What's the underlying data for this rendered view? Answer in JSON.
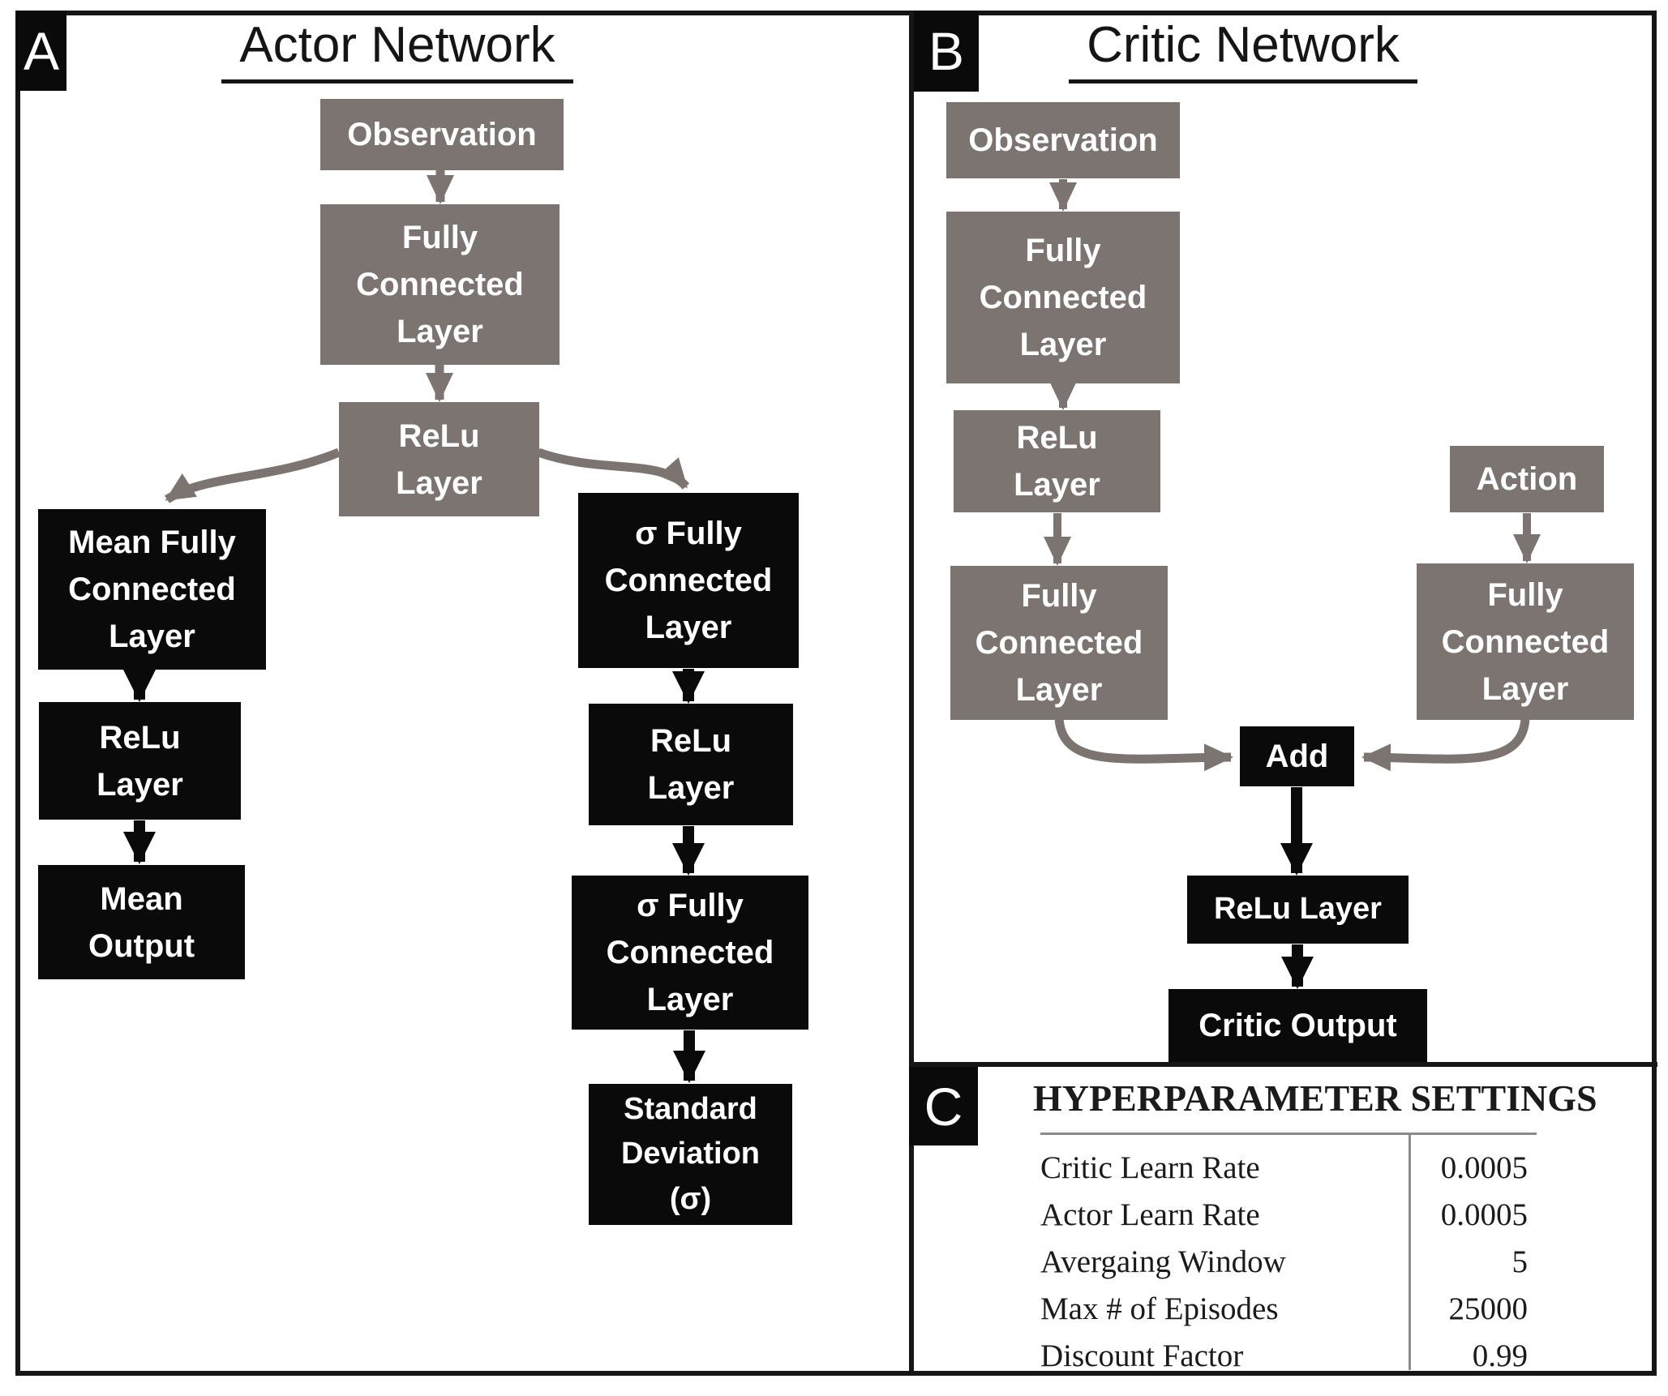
{
  "figure": {
    "panel_a": {
      "label": "A",
      "title": "Actor Network",
      "nodes": {
        "observation": "Observation",
        "fully_connected": "Fully\nConnected\nLayer",
        "relu": "ReLu\nLayer",
        "mean_fully_connected": "Mean Fully\nConnected\nLayer",
        "mean_relu": "ReLu\nLayer",
        "mean_output": "Mean\nOutput",
        "sigma_fully_connected_1": "σ Fully\nConnected\nLayer",
        "sigma_relu": "ReLu\nLayer",
        "sigma_fully_connected_2": "σ Fully\nConnected\nLayer",
        "standard_deviation": "Standard\nDeviation\n(σ)"
      }
    },
    "panel_b": {
      "label": "B",
      "title": "Critic Network",
      "nodes": {
        "observation": "Observation",
        "fully_connected_1": "Fully\nConnected\nLayer",
        "relu": "ReLu\nLayer",
        "fully_connected_2": "Fully\nConnected\nLayer",
        "action": "Action",
        "action_fully_connected": "Fully\nConnected\nLayer",
        "add": "Add",
        "relu_output": "ReLu Layer",
        "critic_output": "Critic Output"
      }
    },
    "panel_c": {
      "label": "C",
      "title": "HYPERPARAMETER SETTINGS",
      "rows": [
        {
          "label": "Critic Learn Rate",
          "value": "0.0005"
        },
        {
          "label": "Actor Learn Rate",
          "value": "0.0005"
        },
        {
          "label": "Avergaing Window",
          "value": "5"
        },
        {
          "label": "Max # of Episodes",
          "value": "25000"
        },
        {
          "label": "Discount Factor",
          "value": "0.99"
        }
      ]
    },
    "colors": {
      "node_gray": "#7b7471",
      "node_black": "#0a0a0a",
      "text_white": "#ffffff",
      "frame_black": "#161616"
    }
  }
}
